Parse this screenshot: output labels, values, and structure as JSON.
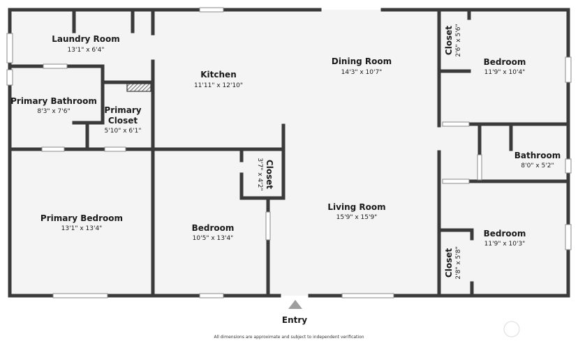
{
  "rooms": {
    "laundry": {
      "name": "Laundry Room",
      "dims": "13'1\" x 6'4\""
    },
    "kitchen": {
      "name": "Kitchen",
      "dims": "11'11\" x 12'10\""
    },
    "dining": {
      "name": "Dining Room",
      "dims": "14'3\" x 10'7\""
    },
    "closet_top": {
      "name": "Closet",
      "dims": "2'6\" x 5'6\""
    },
    "bedroom_top": {
      "name": "Bedroom",
      "dims": "11'9\" x 10'4\""
    },
    "primary_bathroom": {
      "name": "Primary Bathroom",
      "dims": "8'3\" x 7'6\""
    },
    "primary_closet": {
      "name_line1": "Primary",
      "name_line2": "Closet",
      "dims": "5'10\" x 6'1\""
    },
    "bathroom": {
      "name": "Bathroom",
      "dims": "8'0\" x 5'2\""
    },
    "primary_bedroom": {
      "name": "Primary Bedroom",
      "dims": "13'1\" x 13'4\""
    },
    "bedroom_mid": {
      "name": "Bedroom",
      "dims": "10'5\" x 13'4\""
    },
    "closet_mid": {
      "name": "Closet",
      "dims": "3'7\" x 4'2\""
    },
    "living": {
      "name": "Living Room",
      "dims": "15'9\" x 15'9\""
    },
    "bedroom_bottom": {
      "name": "Bedroom",
      "dims": "11'9\" x 10'3\""
    },
    "closet_bottom": {
      "name": "Closet",
      "dims": "2'8\" x 5'8\""
    }
  },
  "entry_label": "Entry",
  "footnote": "All dimensions are approximate and subject to independent verification",
  "colors": {
    "wall": "#3a3a3a",
    "floor": "#f4f4f4",
    "window": "#ffffff",
    "entry_arrow": "#9e9e9e"
  }
}
